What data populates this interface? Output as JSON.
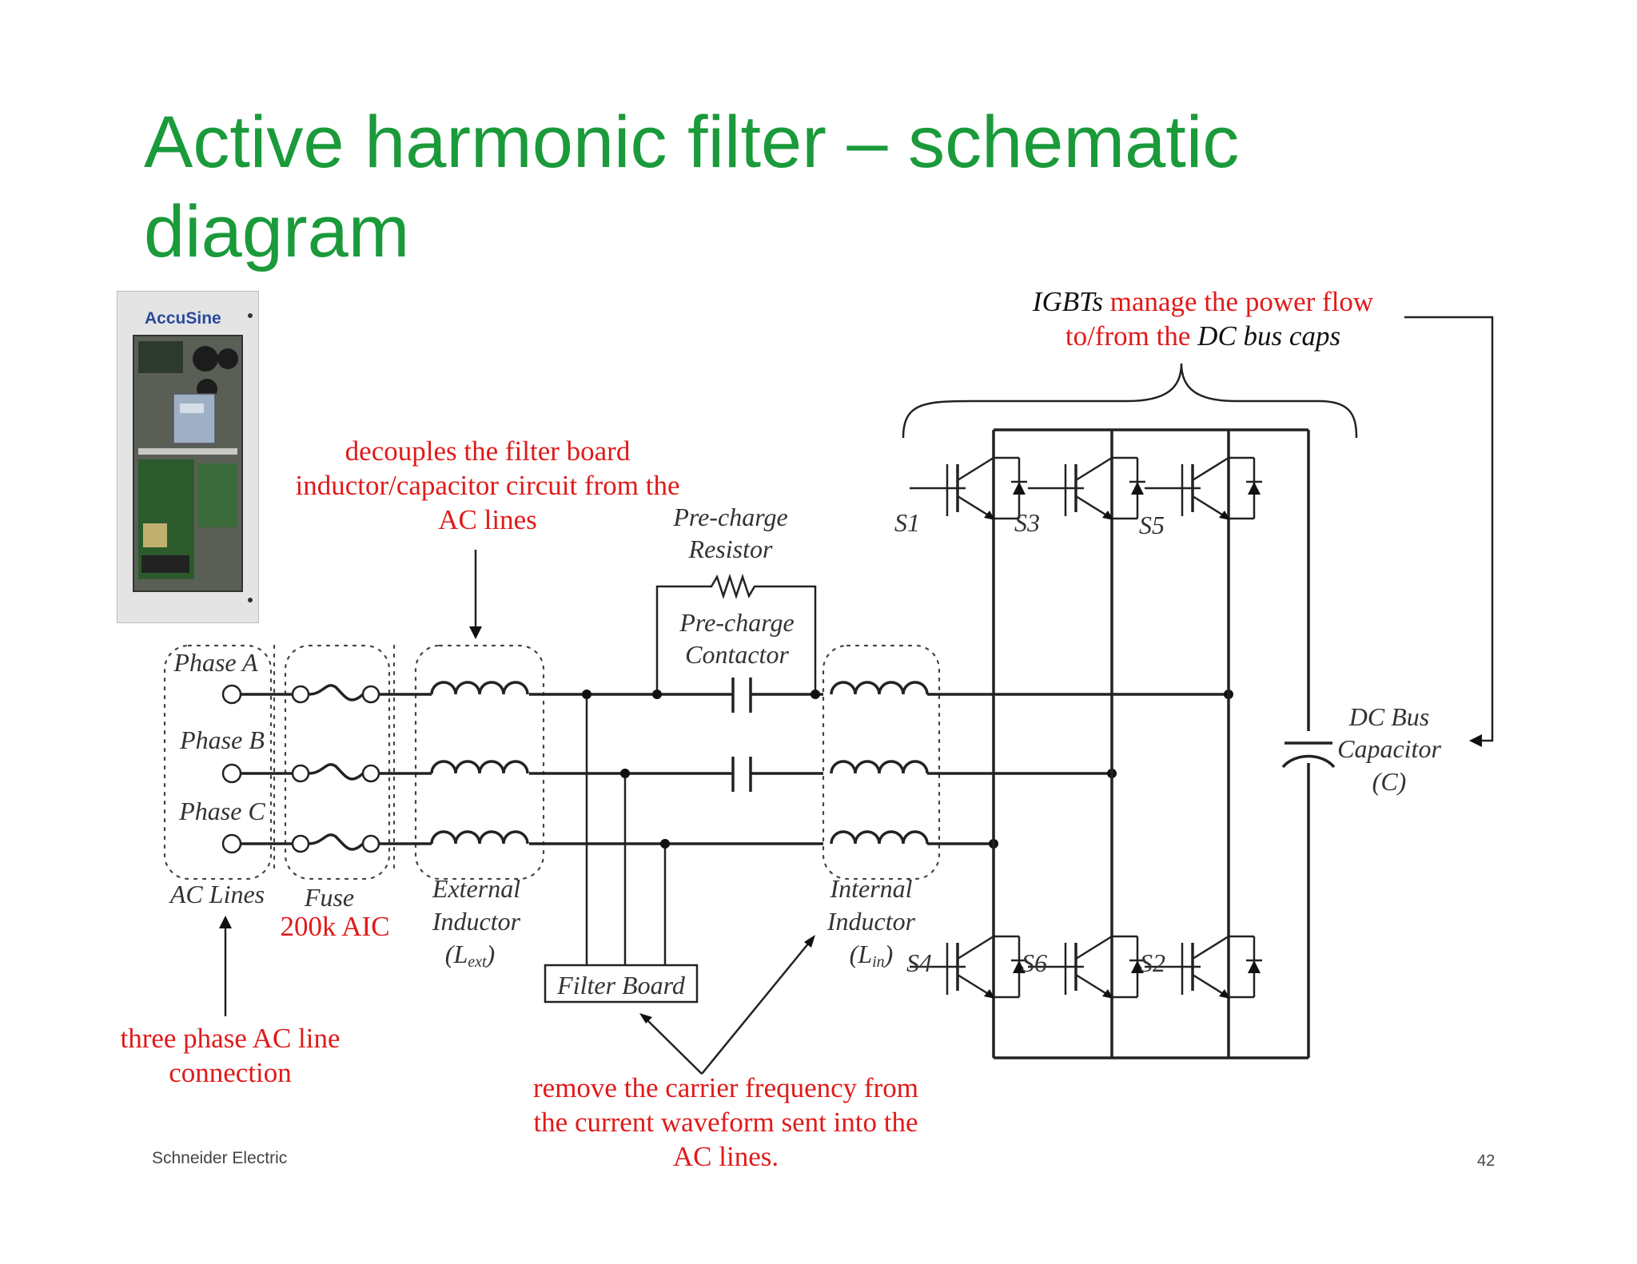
{
  "title": "Active harmonic filter – schematic diagram",
  "footer": {
    "company": "Schneider Electric",
    "page_number": "42"
  },
  "photo": {
    "brand": "AccuSine"
  },
  "annotations": {
    "igbt_line1_a": "IGBTs",
    "igbt_line1_b": " manage the power flow",
    "igbt_line2_a": "to/from the ",
    "igbt_line2_b": "DC bus caps",
    "decouple_1": "decouples the filter board",
    "decouple_2": "inductor/capacitor circuit from the",
    "decouple_3": "AC lines",
    "aic": "200k AIC",
    "three_phase_1": "three phase AC line",
    "three_phase_2": "connection",
    "carrier_1": "remove the carrier frequency from",
    "carrier_2": "the current waveform sent into the",
    "carrier_3": "AC lines."
  },
  "labels": {
    "phase_a": "Phase A",
    "phase_b": "Phase B",
    "phase_c": "Phase C",
    "ac_lines": "AC Lines",
    "fuse": "Fuse",
    "ext_1": "External",
    "ext_2": "Inductor",
    "ext_3": "(L",
    "ext_sub": "ext",
    "int_1": "Internal",
    "int_2": "Inductor",
    "int_3": "(L",
    "int_sub": "in",
    "res_1": "Pre-charge",
    "res_2": "Resistor",
    "con_1": "Pre-charge",
    "con_2": "Contactor",
    "filter_board": "Filter Board",
    "dc_1": "DC Bus",
    "dc_2": "Capacitor",
    "dc_3": "(C)",
    "s1": "S1",
    "s3": "S3",
    "s5": "S5",
    "s4": "S4",
    "s6": "S6",
    "s2": "S2"
  }
}
